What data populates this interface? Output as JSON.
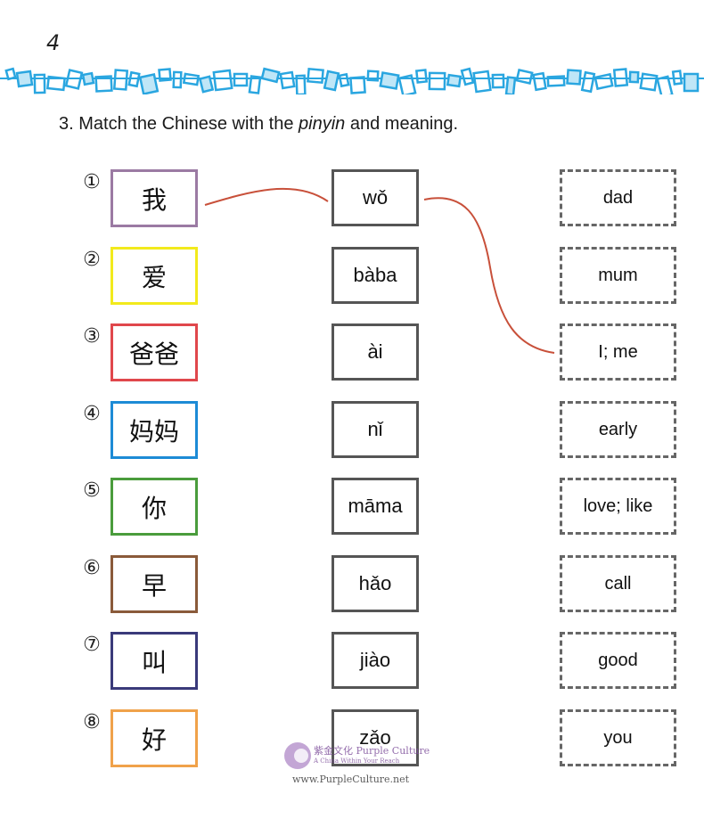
{
  "page": {
    "number": "4"
  },
  "instruction": {
    "prefix": "3. Match the Chinese with the ",
    "emphasis": "pinyin",
    "suffix": " and meaning."
  },
  "rows": [
    {
      "num": "①",
      "chinese": "我",
      "border": "#9b7aa3",
      "pinyin": "wǒ",
      "meaning": "dad"
    },
    {
      "num": "②",
      "chinese": "爱",
      "border": "#f2ea1c",
      "pinyin": "bàba",
      "meaning": "mum"
    },
    {
      "num": "③",
      "chinese": "爸爸",
      "border": "#e0474c",
      "pinyin": "ài",
      "meaning": "I; me"
    },
    {
      "num": "④",
      "chinese": "妈妈",
      "border": "#1d8bd6",
      "pinyin": "nǐ",
      "meaning": "early"
    },
    {
      "num": "⑤",
      "chinese": "你",
      "border": "#4a9c3c",
      "pinyin": "māma",
      "meaning": "love; like"
    },
    {
      "num": "⑥",
      "chinese": "早",
      "border": "#8a5a3a",
      "pinyin": "hǎo",
      "meaning": "call"
    },
    {
      "num": "⑦",
      "chinese": "叫",
      "border": "#3a3a7a",
      "pinyin": "jiào",
      "meaning": "good"
    },
    {
      "num": "⑧",
      "chinese": "好",
      "border": "#f0a24a",
      "pinyin": "zǎo",
      "meaning": "you"
    }
  ],
  "colors": {
    "match_line": "#c8503a",
    "border_accent": "#2aa6e0"
  },
  "watermark": {
    "logo": "紫金文化 Purple Culture",
    "tagline": "A China Within Your Reach",
    "url": "www.PurpleCulture.net"
  }
}
